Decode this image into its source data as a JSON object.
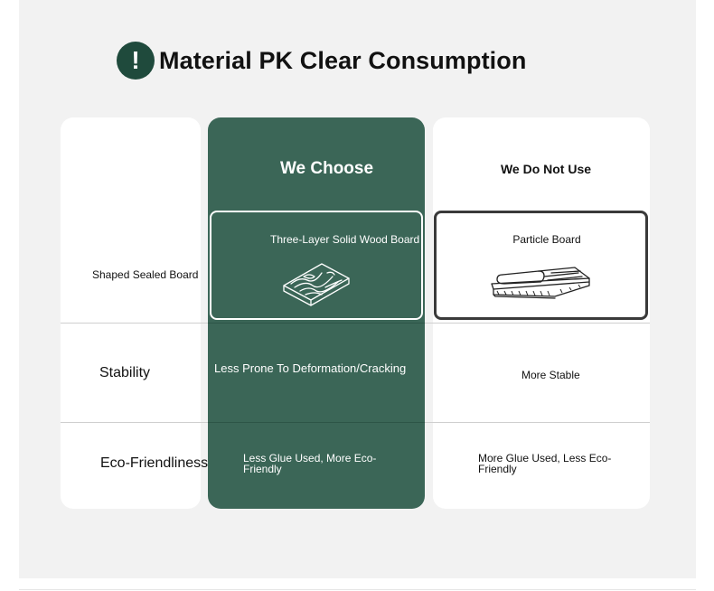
{
  "header": {
    "title": "Material PK Clear Consumption",
    "icon": "exclamation-icon",
    "icon_glyph": "!"
  },
  "columns": {
    "chosen_heading": "We Choose",
    "rejected_heading": "We Do Not Use"
  },
  "rows": [
    {
      "label": "Shaped Sealed Board",
      "chosen": "Three-Layer Solid Wood Board",
      "rejected": "Particle Board"
    },
    {
      "label": "Stability",
      "chosen": "Less Prone To Deformation/Cracking",
      "rejected": "More Stable"
    },
    {
      "label": "Eco-Friendliness",
      "chosen": "Less Glue Used, More Eco-Friendly",
      "rejected": "More Glue Used, Less Eco-Friendly"
    }
  ],
  "colors": {
    "accent": "#3b6657",
    "icon_bg": "#1f4a3c",
    "panel_bg": "#f2f2f2"
  }
}
